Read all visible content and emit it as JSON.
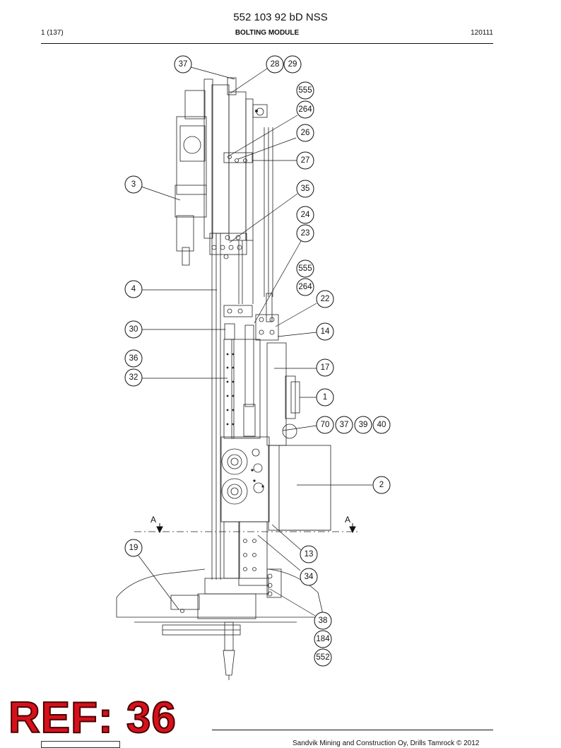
{
  "header": {
    "title": "552 103 92 bD NSS",
    "page": "1 (137)",
    "module": "BOLTING MODULE",
    "code": "120111"
  },
  "section": {
    "label": "A"
  },
  "callouts": [
    "37",
    "28",
    "29",
    "555",
    "264",
    "26",
    "27",
    "3",
    "35",
    "24",
    "23",
    "555",
    "264",
    "4",
    "22",
    "30",
    "14",
    "36",
    "17",
    "32",
    "1",
    "70",
    "37",
    "39",
    "40",
    "2",
    "13",
    "19",
    "34",
    "38",
    "184",
    "552"
  ],
  "stamp": {
    "text": "REF: 36",
    "color": "#d6111b"
  },
  "footer": {
    "text": "Sandvik Mining and Construction Oy, Drills Tamrock © 2012"
  }
}
